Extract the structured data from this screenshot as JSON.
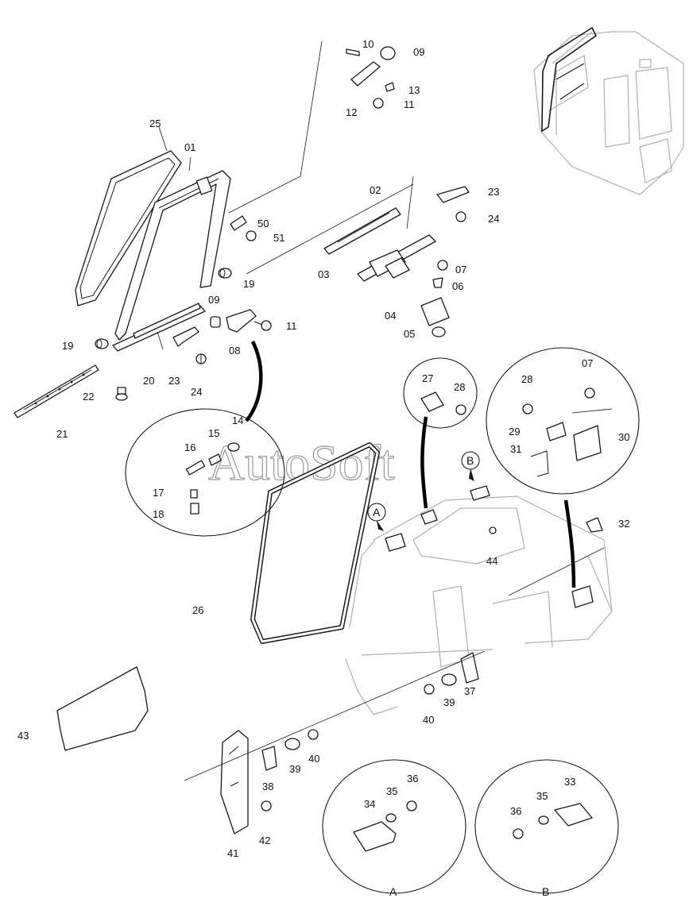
{
  "watermark": "AutoSoft",
  "views": {
    "a": "A",
    "b": "B"
  },
  "labels": {
    "p01": "01",
    "p02": "02",
    "p03": "03",
    "p04": "04",
    "p05": "05",
    "p06": "06",
    "p07a": "07",
    "p07b": "07",
    "p08": "08",
    "p09a": "09",
    "p09b": "09",
    "p10": "10",
    "p11a": "11",
    "p11b": "11",
    "p12": "12",
    "p13": "13",
    "p14": "14",
    "p15": "15",
    "p16": "16",
    "p17": "17",
    "p18": "18",
    "p19a": "19",
    "p19b": "19",
    "p20": "20",
    "p21": "21",
    "p22": "22",
    "p23a": "23",
    "p23b": "23",
    "p24a": "24",
    "p24b": "24",
    "p25": "25",
    "p26": "26",
    "p27": "27",
    "p28a": "28",
    "p28b": "28",
    "p29": "29",
    "p30": "30",
    "p31": "31",
    "p32": "32",
    "p33": "33",
    "p34": "34",
    "p35a": "35",
    "p35b": "35",
    "p36a": "36",
    "p36b": "36",
    "p37": "37",
    "p38": "38",
    "p39a": "39",
    "p39b": "39",
    "p40a": "40",
    "p40b": "40",
    "p41": "41",
    "p42": "42",
    "p43": "43",
    "p44": "44",
    "p50": "50",
    "p51": "51"
  }
}
